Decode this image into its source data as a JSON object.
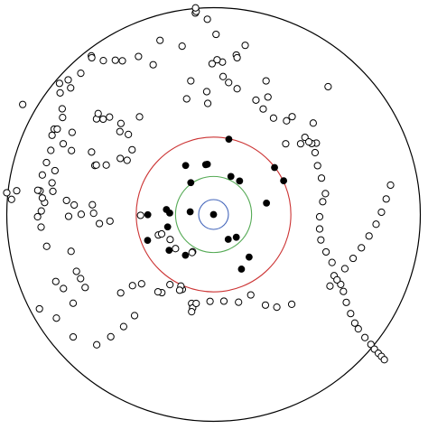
{
  "chart_data": {
    "type": "scatter",
    "xlim": [
      -1,
      1
    ],
    "ylim": [
      -1,
      1
    ],
    "grid": false,
    "legend": "none",
    "colors": {
      "boundary": "#000000",
      "outer_ring": "#cc3333",
      "middle_ring": "#55aa55",
      "inner_ring": "#4466bb",
      "filled_point": "#000000",
      "hollow_point": "#000000",
      "center_point": "#000000"
    },
    "rings": [
      {
        "name": "boundary",
        "radius": 1.0
      },
      {
        "name": "outer_ring",
        "radius": 0.374
      },
      {
        "name": "middle_ring",
        "radius": 0.184
      },
      {
        "name": "inner_ring",
        "radius": 0.072
      }
    ],
    "center": [
      0,
      0
    ],
    "filled_points": [
      [
        0.074,
        0.364
      ],
      [
        -0.135,
        0.237
      ],
      [
        -0.038,
        0.241
      ],
      [
        -0.03,
        0.243
      ],
      [
        0.084,
        0.184
      ],
      [
        0.295,
        0.227
      ],
      [
        -0.11,
        0.154
      ],
      [
        0.126,
        0.162
      ],
      [
        0.256,
        0.055
      ],
      [
        0.339,
        0.163
      ],
      [
        -0.228,
        0.024
      ],
      [
        -0.212,
        0.007
      ],
      [
        -0.222,
        -0.06
      ],
      [
        -0.113,
        0.013
      ],
      [
        -0.318,
        -0.001
      ],
      [
        0.11,
        -0.11
      ],
      [
        0.071,
        -0.12
      ],
      [
        -0.319,
        -0.125
      ],
      [
        -0.215,
        -0.173
      ],
      [
        -0.136,
        -0.197
      ],
      [
        0.172,
        -0.206
      ],
      [
        0.135,
        -0.264
      ]
    ],
    "hollow_points": [
      [
        -0.088,
        0.974
      ],
      [
        -0.084,
        0.982
      ],
      [
        -0.087,
        0.999
      ],
      [
        -0.03,
        0.944
      ],
      [
        -0.259,
        0.842
      ],
      [
        0.012,
        0.871
      ],
      [
        0.153,
        0.818
      ],
      [
        0.11,
        0.771
      ],
      [
        0.114,
        0.758
      ],
      [
        -0.591,
        0.767
      ],
      [
        -0.923,
        0.532
      ],
      [
        -0.732,
        0.511
      ],
      [
        -0.771,
        0.413
      ],
      [
        -0.756,
        0.413
      ],
      [
        -0.358,
        0.472
      ],
      [
        -0.534,
        0.461
      ],
      [
        -0.566,
        0.462
      ],
      [
        -0.684,
        0.397
      ],
      [
        -0.727,
        0.342
      ],
      [
        -0.687,
        0.309
      ],
      [
        -0.59,
        0.302
      ],
      [
        -0.503,
        0.471
      ],
      [
        -0.13,
        0.559
      ],
      [
        -0.11,
        0.646
      ],
      [
        -0.033,
        0.594
      ],
      [
        -0.028,
        0.537
      ],
      [
        0.254,
        0.646
      ],
      [
        0.263,
        0.568
      ],
      [
        0.38,
        0.473
      ],
      [
        0.482,
        0.442
      ],
      [
        0.554,
        0.618
      ],
      [
        0.497,
        0.345
      ],
      [
        0.475,
        0.343
      ],
      [
        0.421,
        0.342
      ],
      [
        0.349,
        0.342
      ],
      [
        -0.574,
        0.237
      ],
      [
        -0.567,
        0.239
      ],
      [
        -0.519,
        0.239
      ],
      [
        -0.451,
        0.271
      ],
      [
        -0.418,
        0.262
      ],
      [
        -0.394,
        0.313
      ],
      [
        -0.412,
        0.387
      ],
      [
        -0.453,
        0.401
      ],
      [
        -0.448,
        0.44
      ],
      [
        -0.558,
        0.488
      ],
      [
        -0.808,
        0.251
      ],
      [
        -1.0,
        0.105
      ],
      [
        -0.977,
        0.073
      ],
      [
        -0.952,
        0.115
      ],
      [
        -0.828,
        0.191
      ],
      [
        -0.839,
        0.114
      ],
      [
        -0.711,
        0.068
      ],
      [
        -0.701,
        -0.009
      ],
      [
        -0.64,
        0.001
      ],
      [
        -0.674,
        0.046
      ],
      [
        -0.586,
        0.047
      ],
      [
        -0.58,
        0.006
      ],
      [
        -0.552,
        -0.044
      ],
      [
        -0.501,
        -0.032
      ],
      [
        -0.353,
        -0.004
      ],
      [
        -0.21,
        -0.121
      ],
      [
        -0.267,
        -0.099
      ],
      [
        -0.251,
        -0.094
      ],
      [
        -0.184,
        -0.165
      ],
      [
        -0.101,
        -0.18
      ],
      [
        -0.104,
        -0.184
      ],
      [
        -0.211,
        -0.339
      ],
      [
        -0.151,
        -0.362
      ],
      [
        -0.158,
        -0.346
      ],
      [
        -0.164,
        -0.366
      ],
      [
        -0.106,
        -0.43
      ],
      [
        -0.101,
        -0.452
      ],
      [
        -0.106,
        -0.47
      ],
      [
        -0.084,
        -0.43
      ],
      [
        -0.017,
        -0.42
      ],
      [
        0.05,
        -0.419
      ],
      [
        0.121,
        -0.424
      ],
      [
        0.18,
        -0.389
      ],
      [
        0.251,
        -0.438
      ],
      [
        0.306,
        -0.448
      ],
      [
        0.378,
        -0.434
      ],
      [
        -0.449,
        -0.379
      ],
      [
        -0.392,
        -0.344
      ],
      [
        -0.348,
        -0.335
      ],
      [
        -0.25,
        -0.378
      ],
      [
        -0.269,
        -0.374
      ],
      [
        -0.382,
        -0.489
      ],
      [
        -0.435,
        -0.542
      ],
      [
        -0.497,
        -0.591
      ],
      [
        -0.565,
        -0.63
      ],
      [
        -0.679,
        -0.592
      ],
      [
        -0.76,
        -0.501
      ],
      [
        -0.842,
        -0.456
      ],
      [
        -0.763,
        -0.324
      ],
      [
        -0.726,
        -0.358
      ],
      [
        -0.679,
        -0.429
      ],
      [
        -0.621,
        -0.353
      ],
      [
        -0.643,
        -0.31
      ],
      [
        -0.663,
        -0.275
      ],
      [
        -0.689,
        -0.178
      ],
      [
        -0.807,
        -0.154
      ],
      [
        -0.834,
        -0.061
      ],
      [
        -0.851,
        -0.011
      ],
      [
        -0.833,
        0.017
      ],
      [
        -0.817,
        0.058
      ],
      [
        -0.828,
        0.08
      ],
      [
        -0.85,
        0.117
      ],
      [
        -0.777,
        0.112
      ],
      [
        -0.781,
        0.153
      ],
      [
        -0.767,
        0.212
      ],
      [
        -0.787,
        0.31
      ],
      [
        -0.781,
        0.383
      ],
      [
        -0.73,
        0.469
      ],
      [
        -0.742,
        0.588
      ],
      [
        -0.745,
        0.634
      ],
      [
        -0.703,
        0.651
      ],
      [
        -0.691,
        0.612
      ],
      [
        -0.642,
        0.683
      ],
      [
        -0.589,
        0.758
      ],
      [
        -0.533,
        0.744
      ],
      [
        -0.475,
        0.746
      ],
      [
        -0.441,
        0.743
      ],
      [
        -0.363,
        0.764
      ],
      [
        -0.292,
        0.724
      ],
      [
        -0.152,
        0.814
      ],
      [
        0.043,
        0.737
      ],
      [
        0.017,
        0.748
      ],
      [
        -0.007,
        0.729
      ],
      [
        0.046,
        0.667
      ],
      [
        0.073,
        0.638
      ],
      [
        0.114,
        0.608
      ],
      [
        0.205,
        0.553
      ],
      [
        0.24,
        0.51
      ],
      [
        0.29,
        0.466
      ],
      [
        0.353,
        0.453
      ],
      [
        0.442,
        0.373
      ],
      [
        0.461,
        0.351
      ],
      [
        0.491,
        0.299
      ],
      [
        0.503,
        0.236
      ],
      [
        0.522,
        0.176
      ],
      [
        0.541,
        0.101
      ],
      [
        0.528,
        0.062
      ],
      [
        0.513,
        -0.011
      ],
      [
        0.513,
        -0.07
      ],
      [
        0.519,
        -0.123
      ],
      [
        0.544,
        -0.181
      ],
      [
        0.573,
        -0.232
      ],
      [
        0.583,
        -0.296
      ],
      [
        0.615,
        -0.338
      ],
      [
        0.628,
        -0.372
      ],
      [
        0.642,
        -0.425
      ],
      [
        0.663,
        -0.479
      ],
      [
        0.683,
        -0.525
      ],
      [
        0.7,
        -0.553
      ],
      [
        0.732,
        -0.595
      ],
      [
        0.761,
        -0.628
      ],
      [
        0.778,
        -0.651
      ],
      [
        0.797,
        -0.671
      ],
      [
        0.812,
        -0.686
      ],
      [
        0.826,
        -0.702
      ],
      [
        0.563,
        -0.346
      ],
      [
        0.597,
        -0.316
      ],
      [
        0.635,
        -0.262
      ],
      [
        0.675,
        -0.212
      ],
      [
        0.715,
        -0.161
      ],
      [
        0.752,
        -0.104
      ],
      [
        0.786,
        -0.047
      ],
      [
        0.812,
        0.011
      ],
      [
        0.835,
        0.075
      ],
      [
        0.856,
        0.142
      ]
    ]
  }
}
